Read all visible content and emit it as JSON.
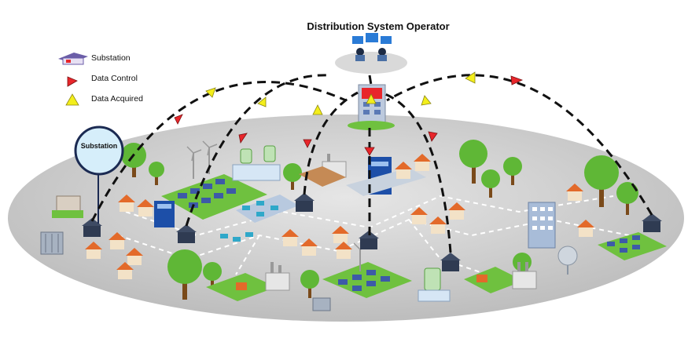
{
  "title": "Distribution System Operator",
  "legend": {
    "items": [
      {
        "label": "Substation",
        "symbol": "substation-icon"
      },
      {
        "label": "Data Control",
        "symbol": "red-triangle",
        "color": "#e8262b"
      },
      {
        "label": "Data Acquired",
        "symbol": "yellow-triangle",
        "color": "#f3ee1b"
      }
    ]
  },
  "substation_callout": "Substation",
  "colors": {
    "ground": "#d4d4d4",
    "road": "#e9e9e9",
    "tree": "#5fb736",
    "trunk": "#7a4a1a",
    "grass": "#6fc13f",
    "building_blue": "#1d4fa8",
    "solar": "#3d5aa8",
    "house_roof": "#e36a2a",
    "link_line": "#111111"
  }
}
